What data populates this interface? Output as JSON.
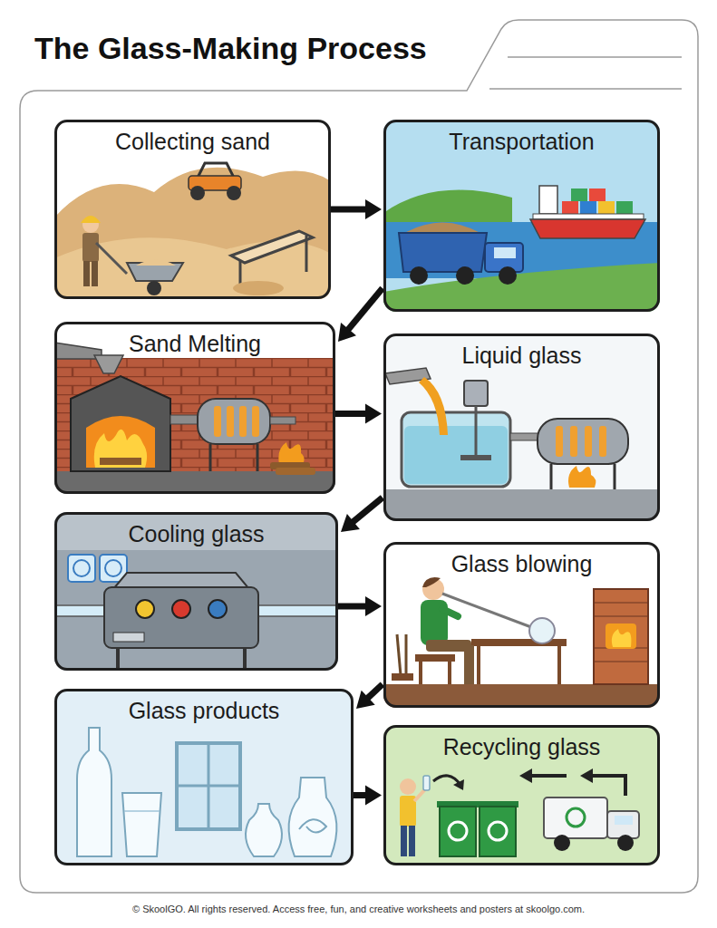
{
  "diagram": {
    "title": "The Glass-Making Process",
    "nodes": [
      {
        "text": [
          "Collecting sand"
        ]
      },
      {
        "text": [
          "Transportation"
        ]
      },
      {
        "text": [
          "Sand Melting"
        ]
      },
      {
        "text": [
          "Liquid glass"
        ]
      },
      {
        "text": [
          "Cooling glass"
        ]
      },
      {
        "text": [
          "Glass blowing"
        ]
      },
      {
        "text": [
          "Glass products"
        ]
      },
      {
        "text": [
          "Recycling glass"
        ]
      }
    ],
    "edges": [
      {
        "from": 0,
        "to": 1,
        "arrow": "to"
      },
      {
        "from": 1,
        "to": 2,
        "arrow": "to"
      },
      {
        "from": 2,
        "to": 3,
        "arrow": "to"
      },
      {
        "from": 3,
        "to": 4,
        "arrow": "to"
      },
      {
        "from": 4,
        "to": 5,
        "arrow": "to"
      },
      {
        "from": 5,
        "to": 6,
        "arrow": "to"
      },
      {
        "from": 6,
        "to": 7,
        "arrow": "to"
      }
    ],
    "labels": [
      "© SkoolGO. All rights reserved. Access free, fun, and creative worksheets and posters at skoolgo.com."
    ]
  }
}
